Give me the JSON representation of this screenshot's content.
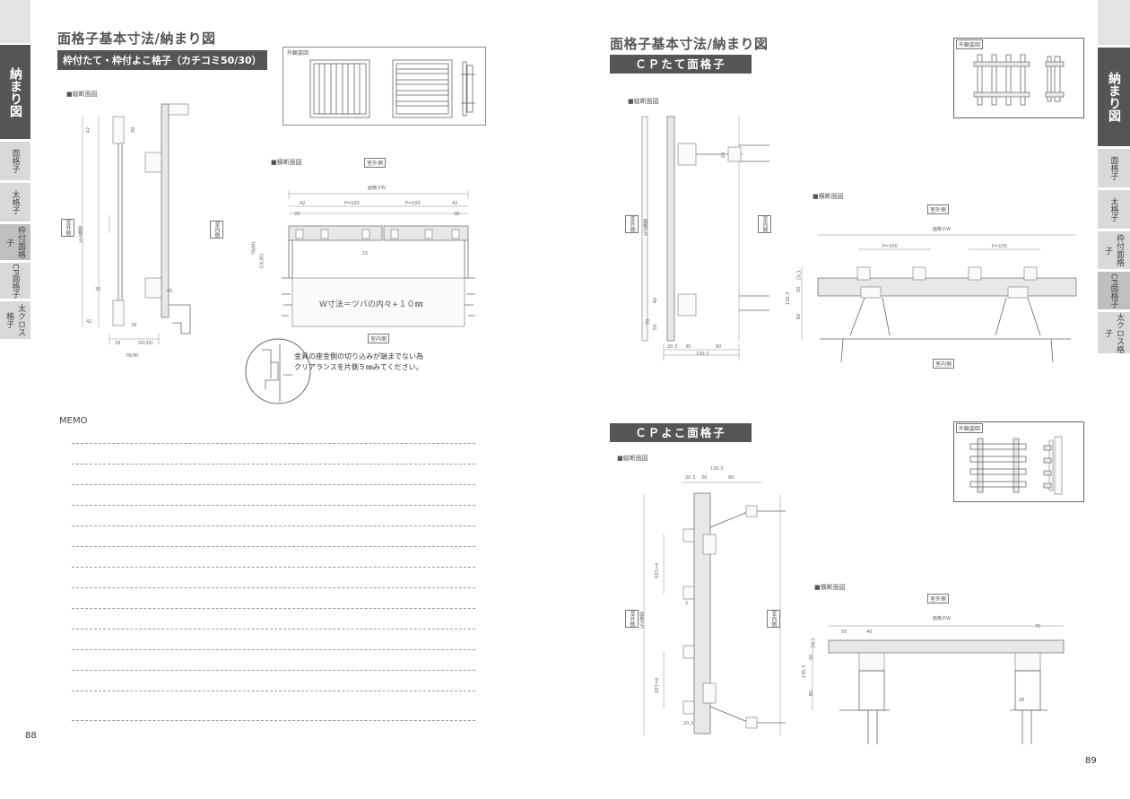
{
  "left_page": {
    "title": "面格子基本寸法/納まり図",
    "subtitle": "枠付たて・枠付よこ格子（カチコミ50/30）",
    "sections": {
      "vertical_section": "■縦断面図",
      "horizontal_section": "■横断面図",
      "exterior": "外観姿図"
    },
    "labels": {
      "outdoor": "室外側",
      "indoor": "室内側",
      "w_note": "W寸法＝ツバの内々+１０㎜",
      "dim_w": "面格子W",
      "dim_p1": "P=100",
      "dim_p2": "P=100",
      "dim_42a": "42",
      "dim_42b": "42",
      "dim_28": "28",
      "dim_38": "38",
      "dim_15": "15",
      "dim_78": "78(M)",
      "dim_53": "53(30)",
      "dim_h": "面格子H",
      "dim_39a": "39",
      "dim_42c": "42",
      "dim_35": "35",
      "dim_45": "45",
      "dim_42d": "42",
      "dim_39b": "39",
      "dim_29": "29",
      "dim_5030": "50(30)",
      "dim_78b": "78(M)"
    },
    "note_lines": [
      "金具の座金側の切り込みが端までない為",
      "クリアランスを片側５㎜みてください。"
    ],
    "memo_title": "MEMO",
    "memo_line_count": 14,
    "page_number": "88"
  },
  "right_page": {
    "title": "面格子基本寸法/納まり図",
    "cp_tate": {
      "heading": "ＣＰたて面格子",
      "vertical": "■縦断面図",
      "horizontal": "■横断面図",
      "exterior": "外観姿図",
      "outdoor_v": "室外側",
      "indoor_v": "室内側",
      "outdoor_h": "室外側",
      "indoor_h": "室内側",
      "dim_fw": "面格子W",
      "dim_p1": "P=100",
      "dim_p2": "P=100",
      "dim_fh": "面格子H",
      "dim_20a": "20",
      "dim_40": "40",
      "dim_50": "50",
      "dim_70": "70",
      "dim_203a": "20.3",
      "dim_30": "30",
      "dim_80": "80",
      "dim_1303": "130.3",
      "dim_203b": "20.3",
      "dim_30b": "30",
      "dim_80b": "80",
      "dim_1303b": "130.3"
    },
    "cp_yoko": {
      "heading": "ＣＰよこ面格子",
      "vertical": "■縦断面図",
      "horizontal": "■横断面図",
      "exterior": "外観姿図",
      "outdoor_v": "室外側",
      "indoor_v": "室内側",
      "outdoor_h": "室外側",
      "dim_fw": "面格子W",
      "dim_fh": "面格子H",
      "dim_1303": "130.3",
      "dim_203": "20.3",
      "dim_30": "30",
      "dim_80": "80",
      "dim_p1": "P=100",
      "dim_p2": "P=100",
      "dim_2": "2",
      "dim_203c": "20.3",
      "dim_70": "70",
      "dim_50": "50",
      "dim_40": "40",
      "dim_203d": "20.3",
      "dim_30d": "30",
      "dim_1303d": "130.3",
      "dim_80d": "80",
      "dim_26": "26"
    },
    "page_number": "89"
  },
  "side_tabs_left": [
    "納まり図",
    "面格子",
    "太格子",
    "枠付面格子",
    "CP面格子",
    "太クロス格子"
  ],
  "side_tabs_right": [
    "納まり図",
    "面格子",
    "太格子",
    "枠付面格子",
    "CP面格子",
    "太クロス格子"
  ]
}
